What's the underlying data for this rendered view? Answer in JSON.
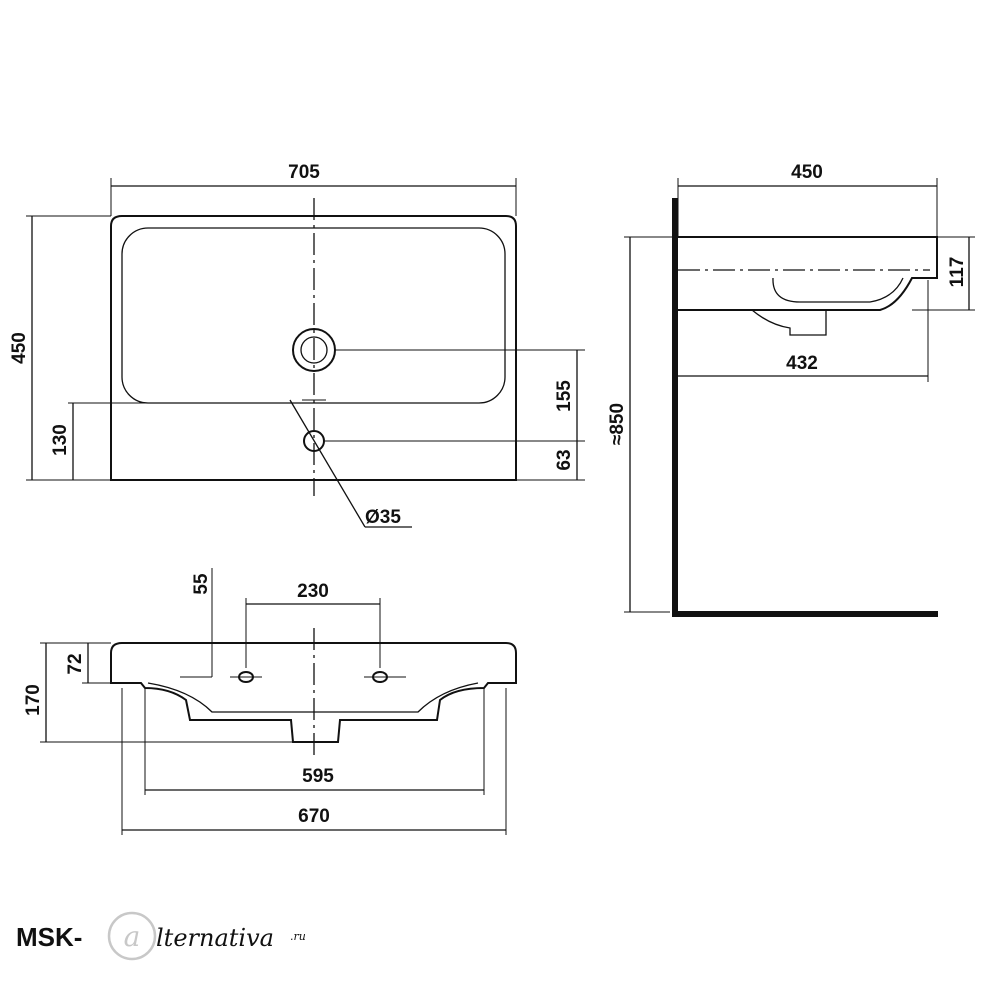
{
  "drawing": {
    "top_view": {
      "width": "705",
      "depth": "450",
      "drain_offset": "155",
      "hole_offset": "63",
      "overflow_offset": "130",
      "hole_diameter": "Ø35"
    },
    "side_view": {
      "depth": "450",
      "height": "117",
      "projection": "432",
      "install_height": "≈850"
    },
    "front_view": {
      "rim_offset": "55",
      "hole_spacing": "230",
      "overflow_height": "72",
      "height": "170",
      "inner_width": "595",
      "outer_width": "670"
    }
  },
  "watermark": {
    "brand": "MSK-",
    "script": "lternativa",
    "domain": ".ru"
  }
}
